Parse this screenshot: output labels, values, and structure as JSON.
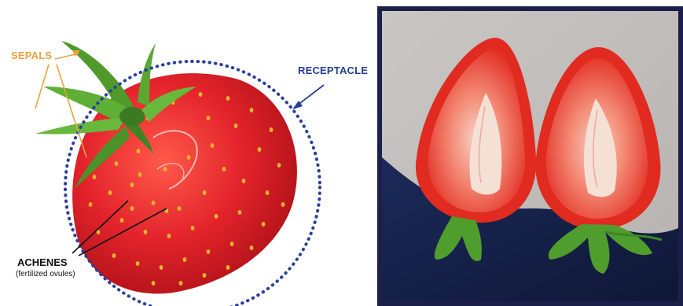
{
  "labels": {
    "sepals": "SEPALS",
    "receptacle": "RECEPTACLE",
    "achenes": "ACHENES",
    "achenes_note": "(fertilized ovules)"
  },
  "colors": {
    "sepals_label": "#e9a33b",
    "receptacle_label": "#253d95",
    "achenes_label": "#111111",
    "strawberry_red": "#e0222a",
    "leaf_green": "#5a9e2e",
    "photo_frame": "#1b1f4a"
  }
}
